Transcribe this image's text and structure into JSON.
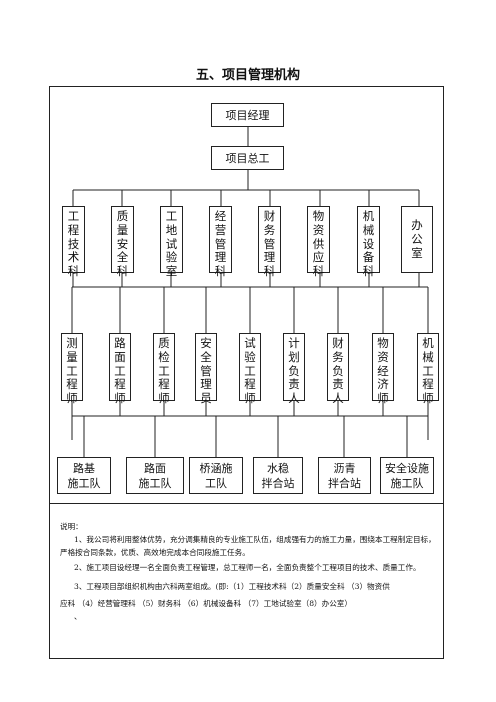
{
  "title": "五、项目管理机构",
  "top": [
    "项目经理",
    "项目总工"
  ],
  "departments": [
    "工程技术科",
    "质量安全科",
    "工地试验室",
    "经营管理科",
    "财务管理科",
    "物资供应科",
    "机械设备科",
    "办公室"
  ],
  "engineers": [
    "测量工程师",
    "路面工程师",
    "质检工程师",
    "安全管理员",
    "试验工程师",
    "计划负责人",
    "财务负责人",
    "物资经济师",
    "机械工程师"
  ],
  "teams": [
    [
      "路基",
      "施工队"
    ],
    [
      "路面",
      "施工队"
    ],
    [
      "桥涵施",
      "工队"
    ],
    [
      "水稳",
      "拌合站"
    ],
    [
      "沥青",
      "拌合站"
    ],
    [
      "安全设施",
      "施工队"
    ]
  ],
  "notes": {
    "label": "说明：",
    "n1": "1、我公司将利用整体优势，充分调集精良的专业施工队伍，组成强有力的施工力量，围绕本工程制定目标，严格按合同条款，优质、高效地完成本合同段施工任务。",
    "n2": "2、施工项目设经理一名全面负责工程管理，总工程师一名，全面负责整个工程项目的技术、质量工作。",
    "n3a": "3、工程项目部组织机构由六科两室组成。(即:（1）工程技术科（2）质量安全科 （3）物资供",
    "n3b": "应科 （4）经营管理科 （5）财务科 （6）机械设备科 （7）工地试验室（8）办公室）",
    "tail": "、"
  }
}
